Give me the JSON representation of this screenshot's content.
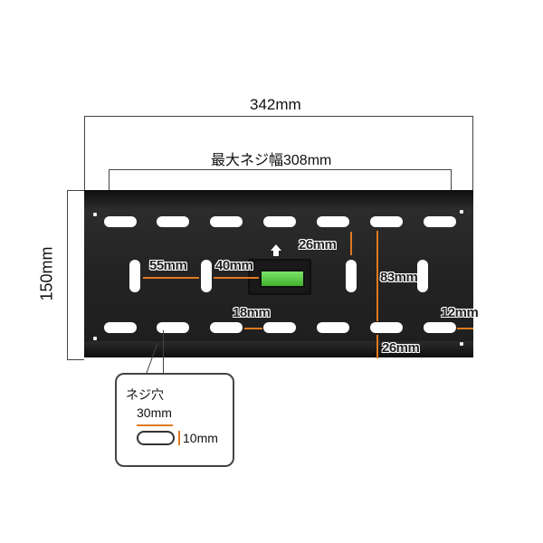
{
  "diagram": {
    "subject": "TV wall mount plate dimensions",
    "overall_width": "342mm",
    "max_screw_width": "最大ネジ幅308mm",
    "height": "150mm",
    "dimensions": {
      "slot_gap_horizontal_center": "55mm",
      "slot_to_level": "40mm",
      "level_to_top_slot": "26mm",
      "vertical_slot_span": "83mm",
      "bottom_slot_gap": "18mm",
      "edge_to_slot": "12mm",
      "bottom_slot_to_edge": "26mm"
    },
    "callout": {
      "title": "ネジ穴",
      "slot_length": "30mm",
      "slot_width": "10mm"
    },
    "colors": {
      "plate": "#222222",
      "arrow": "#e07a1f",
      "level": "#4fc23a"
    }
  }
}
